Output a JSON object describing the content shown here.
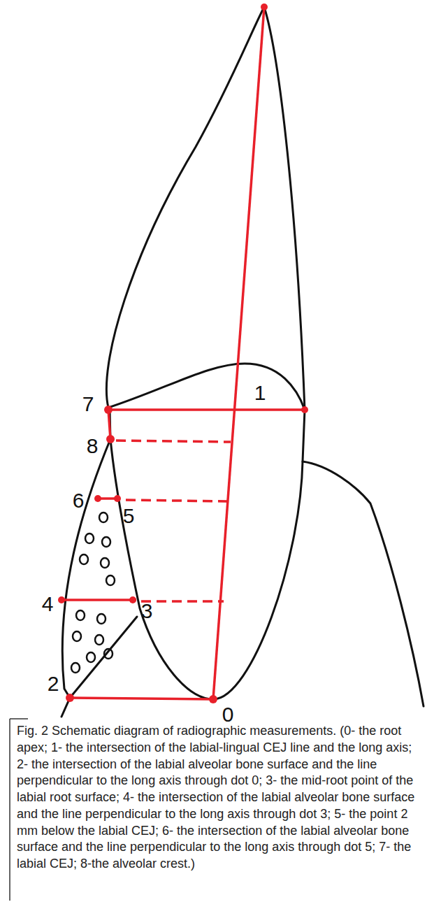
{
  "diagram": {
    "caption": "Fig. 2 Schematic diagram of radiographic measurements. (0- the root apex; 1- the intersection of the labial-lingual CEJ line and the long axis; 2- the intersection of the labial alveolar bone surface and the line perpendicular to the long axis through dot 0; 3- the mid-root point of the labial root surface; 4- the intersection of the labial alveolar bone surface and the line perpendicular to the long axis through dot 3; 5- the point 2 mm below the labial CEJ; 6- the intersection of the labial alveolar bone surface and the line perpendicular to the long axis through dot 5; 7- the labial CEJ; 8-the alveolar crest.)",
    "labels": [
      "7",
      "1",
      "8",
      "6",
      "5",
      "4",
      "3",
      "2",
      "0"
    ]
  }
}
